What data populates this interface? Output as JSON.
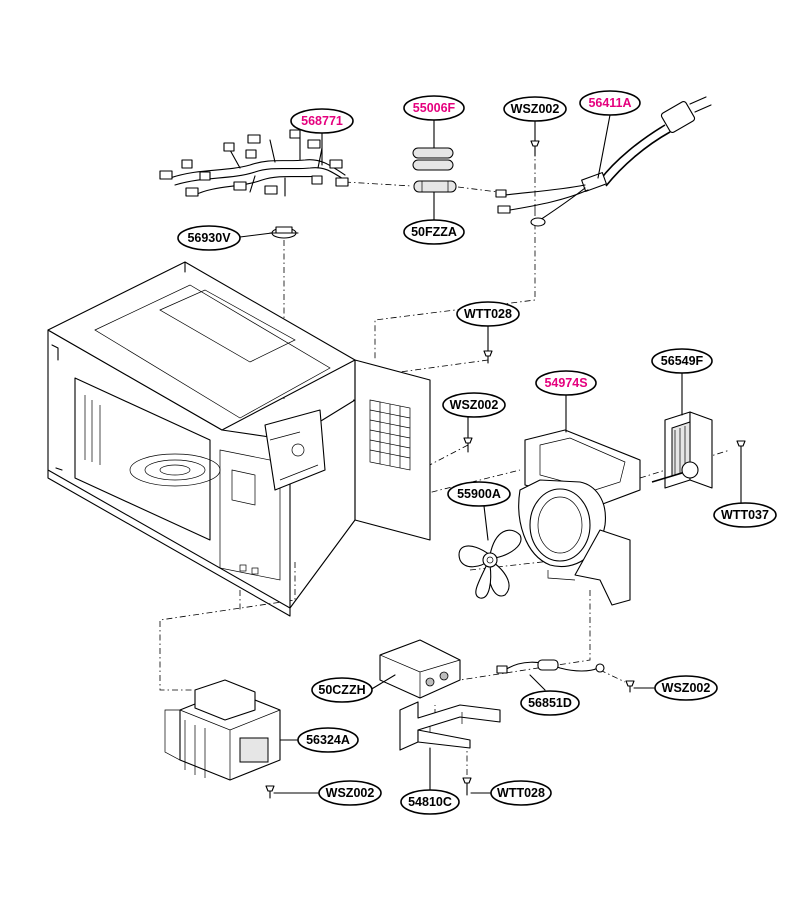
{
  "diagram": {
    "callouts": [
      {
        "id": "568771",
        "label": "568771",
        "color": "#e5007e"
      },
      {
        "id": "55006F",
        "label": "55006F",
        "color": "#e5007e"
      },
      {
        "id": "WSZ002_top",
        "label": "WSZ002",
        "color": "#000000"
      },
      {
        "id": "56411A",
        "label": "56411A",
        "color": "#e5007e"
      },
      {
        "id": "50FZZA",
        "label": "50FZZA",
        "color": "#000000"
      },
      {
        "id": "56930V",
        "label": "56930V",
        "color": "#000000"
      },
      {
        "id": "WTT028_top",
        "label": "WTT028",
        "color": "#000000"
      },
      {
        "id": "56549F",
        "label": "56549F",
        "color": "#000000"
      },
      {
        "id": "54974S",
        "label": "54974S",
        "color": "#e5007e"
      },
      {
        "id": "WSZ002_mid",
        "label": "WSZ002",
        "color": "#000000"
      },
      {
        "id": "55900A",
        "label": "55900A",
        "color": "#000000"
      },
      {
        "id": "WTT037",
        "label": "WTT037",
        "color": "#000000"
      },
      {
        "id": "50CZZH",
        "label": "50CZZH",
        "color": "#000000"
      },
      {
        "id": "WSZ002_right",
        "label": "WSZ002",
        "color": "#000000"
      },
      {
        "id": "56851D",
        "label": "56851D",
        "color": "#000000"
      },
      {
        "id": "56324A",
        "label": "56324A",
        "color": "#000000"
      },
      {
        "id": "WSZ002_bottom",
        "label": "WSZ002",
        "color": "#000000"
      },
      {
        "id": "WTT028_bottom",
        "label": "WTT028",
        "color": "#000000"
      },
      {
        "id": "54810C",
        "label": "54810C",
        "color": "#000000"
      }
    ]
  }
}
